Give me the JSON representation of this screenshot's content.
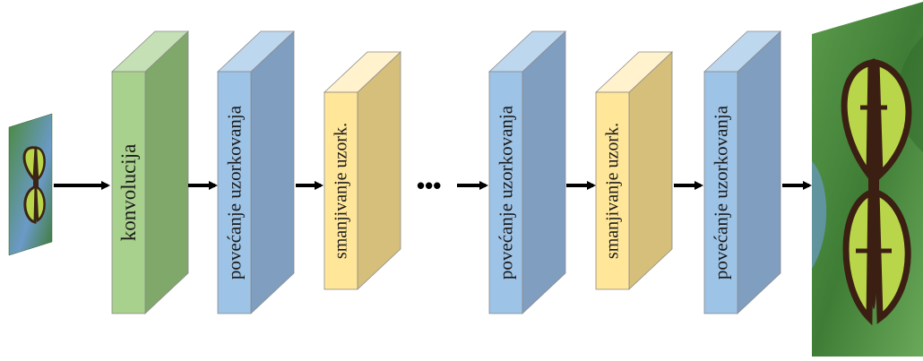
{
  "diagram": {
    "blocks": [
      {
        "label": "konvolucija",
        "kind": "convolution",
        "front": "#a9d18e",
        "side": "#7fa86a",
        "top": "#c5e0b4"
      },
      {
        "label": "povećanje uzorkovanja",
        "kind": "upsampling",
        "front": "#9dc3e6",
        "side": "#7f9ec0",
        "top": "#bdd7ee"
      },
      {
        "label": "smanjivanje uzork.",
        "kind": "downsampling",
        "front": "#ffe699",
        "side": "#d6bf7a",
        "top": "#fff2cc"
      },
      {
        "label": "povećanje uzorkovanja",
        "kind": "upsampling",
        "front": "#9dc3e6",
        "side": "#7f9ec0",
        "top": "#bdd7ee"
      },
      {
        "label": "smanjivanje uzork.",
        "kind": "downsampling",
        "front": "#ffe699",
        "side": "#d6bf7a",
        "top": "#fff2cc"
      },
      {
        "label": "povećanje uzorkovanja",
        "kind": "upsampling",
        "front": "#9dc3e6",
        "side": "#7f9ec0",
        "top": "#bdd7ee"
      }
    ],
    "ellipsis": "•••",
    "input_image": "small-butterfly-image",
    "output_image": "large-butterfly-image"
  }
}
